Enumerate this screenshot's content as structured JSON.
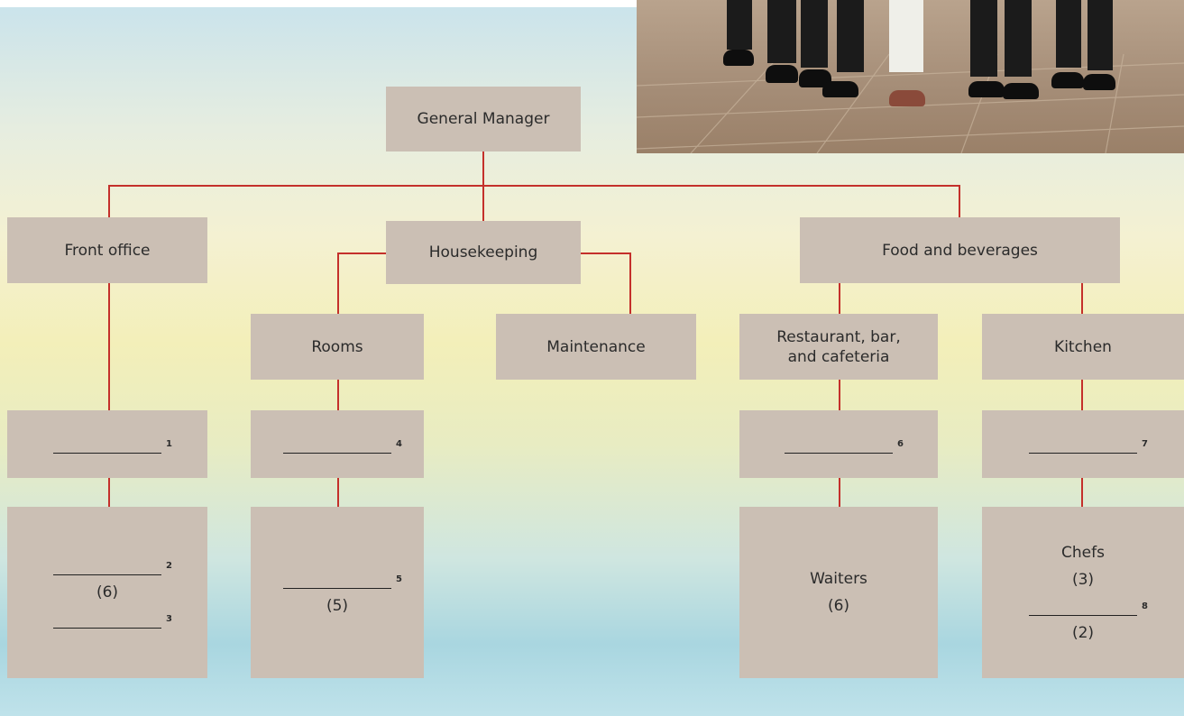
{
  "chart": {
    "general_manager": "General Manager",
    "front_office": "Front office",
    "housekeeping": "Housekeeping",
    "food_beverages": "Food and beverages",
    "rooms": "Rooms",
    "maintenance": "Maintenance",
    "restaurant_line1": "Restaurant, bar,",
    "restaurant_line2": "and cafeteria",
    "kitchen": "Kitchen",
    "waiters": "Waiters",
    "chefs": "Chefs",
    "blank_1": "1",
    "blank_2": "2",
    "blank_3": "3",
    "blank_4": "4",
    "blank_5": "5",
    "blank_6": "6",
    "blank_7": "7",
    "blank_8": "8",
    "front_count": "(6)",
    "rooms_count": "(5)",
    "waiters_count": "(6)",
    "chefs_count": "(3)",
    "kitchen_count": "(2)"
  },
  "colors": {
    "box": "#cbbfb4",
    "connector": "#c4302b",
    "background_top": "#c9e3ec",
    "background_middle": "#f3efb9",
    "background_bottom": "#a9d6e0"
  }
}
